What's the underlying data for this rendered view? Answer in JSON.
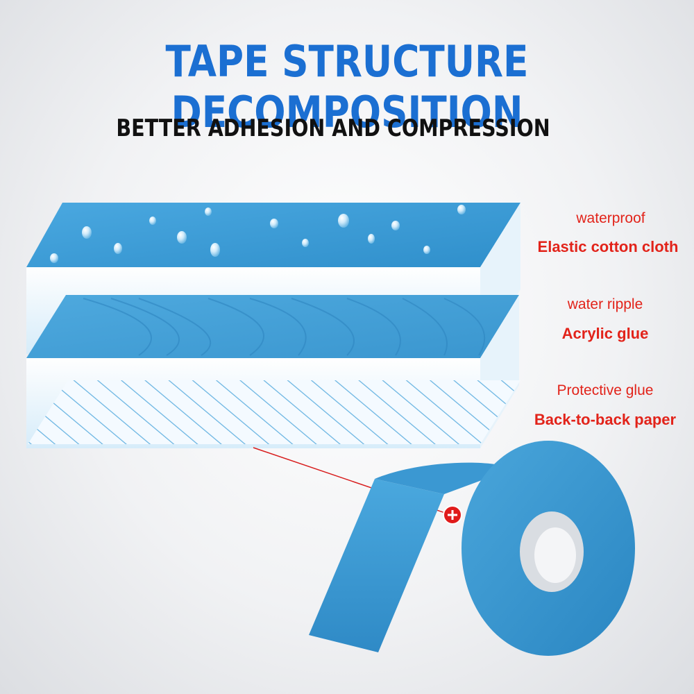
{
  "header": {
    "title": "TAPE STRUCTURE DECOMPOSITION",
    "subtitle": "BETTER ADHESION AND COMPRESSION"
  },
  "layers": [
    {
      "caption": "waterproof",
      "name": "Elastic cotton cloth"
    },
    {
      "caption": "water ripple",
      "name": "Acrylic glue"
    },
    {
      "caption": "Protective glue",
      "name": "Back-to-back paper"
    }
  ],
  "colors": {
    "title": "#1b6fd2",
    "subtitle": "#111111",
    "label": "#e2231a",
    "tape_blue": "#3e9fd6",
    "layer_blue": "#5aaee0"
  },
  "icons": {
    "pointer_marker": "plus-marker-icon"
  }
}
